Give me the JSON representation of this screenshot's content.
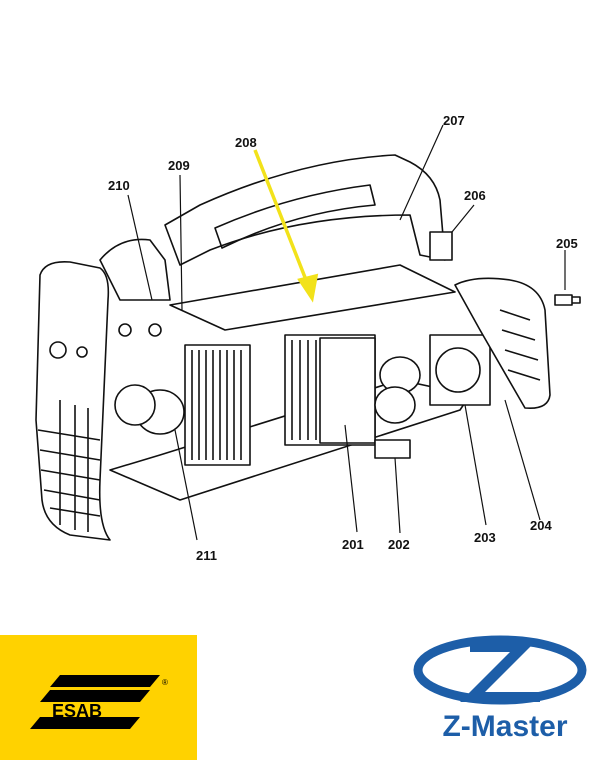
{
  "diagram": {
    "callouts": [
      {
        "id": "208",
        "label": "208"
      },
      {
        "id": "207",
        "label": "207"
      },
      {
        "id": "209",
        "label": "209"
      },
      {
        "id": "210",
        "label": "210"
      },
      {
        "id": "206",
        "label": "206"
      },
      {
        "id": "205",
        "label": "205"
      },
      {
        "id": "211",
        "label": "211"
      },
      {
        "id": "201",
        "label": "201"
      },
      {
        "id": "202",
        "label": "202"
      },
      {
        "id": "203",
        "label": "203"
      },
      {
        "id": "204",
        "label": "204"
      }
    ],
    "highlight_color": "#f2e21a",
    "line_color": "#111111"
  },
  "logos": {
    "esab": {
      "text": "ESAB",
      "registered": "®",
      "background": "#ffd200",
      "color": "#000000"
    },
    "zmaster": {
      "text": "Z-Master",
      "color": "#1d5ea8"
    }
  }
}
